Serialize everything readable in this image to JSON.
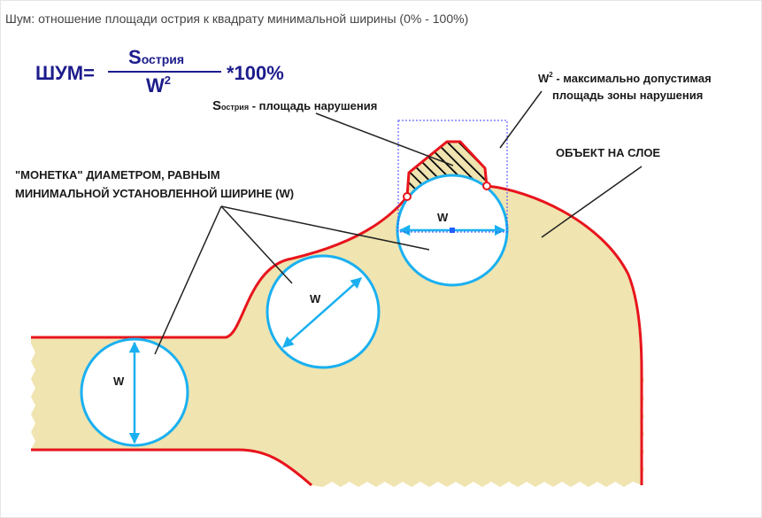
{
  "title": "Шум: отношение площади острия к квадрату минимальной ширины (0% - 100%)",
  "formula": {
    "lhs": "ШУМ=",
    "num_s": "S",
    "num_sub": "острия",
    "den_w": "W",
    "den_sup": "2",
    "mult": "*100%"
  },
  "labels": {
    "s_area_s": "S",
    "s_area_sub": "острия",
    "s_area_text": " - площадь нарушения",
    "w2_w": "W",
    "w2_sup": "2",
    "w2_line1": " - максимально допустимая",
    "w2_line2": "площадь зоны нарушения",
    "object": "ОБЪЕКТ НА СЛОЕ",
    "coin_line1": "\"МОНЕТКА\" ДИАМЕТРОМ, РАВНЫМ",
    "coin_line2": "МИНИМАЛЬНОЙ УСТАНОВЛЕННОЙ ШИРИНЕ (W)",
    "w1": "W",
    "w2": "W",
    "w3": "W"
  },
  "colors": {
    "fill": "#f0e4b0",
    "outline": "#e8141c",
    "coin": "#1ab0f0",
    "formula": "#1c1c8c",
    "box": "#4040ff"
  }
}
